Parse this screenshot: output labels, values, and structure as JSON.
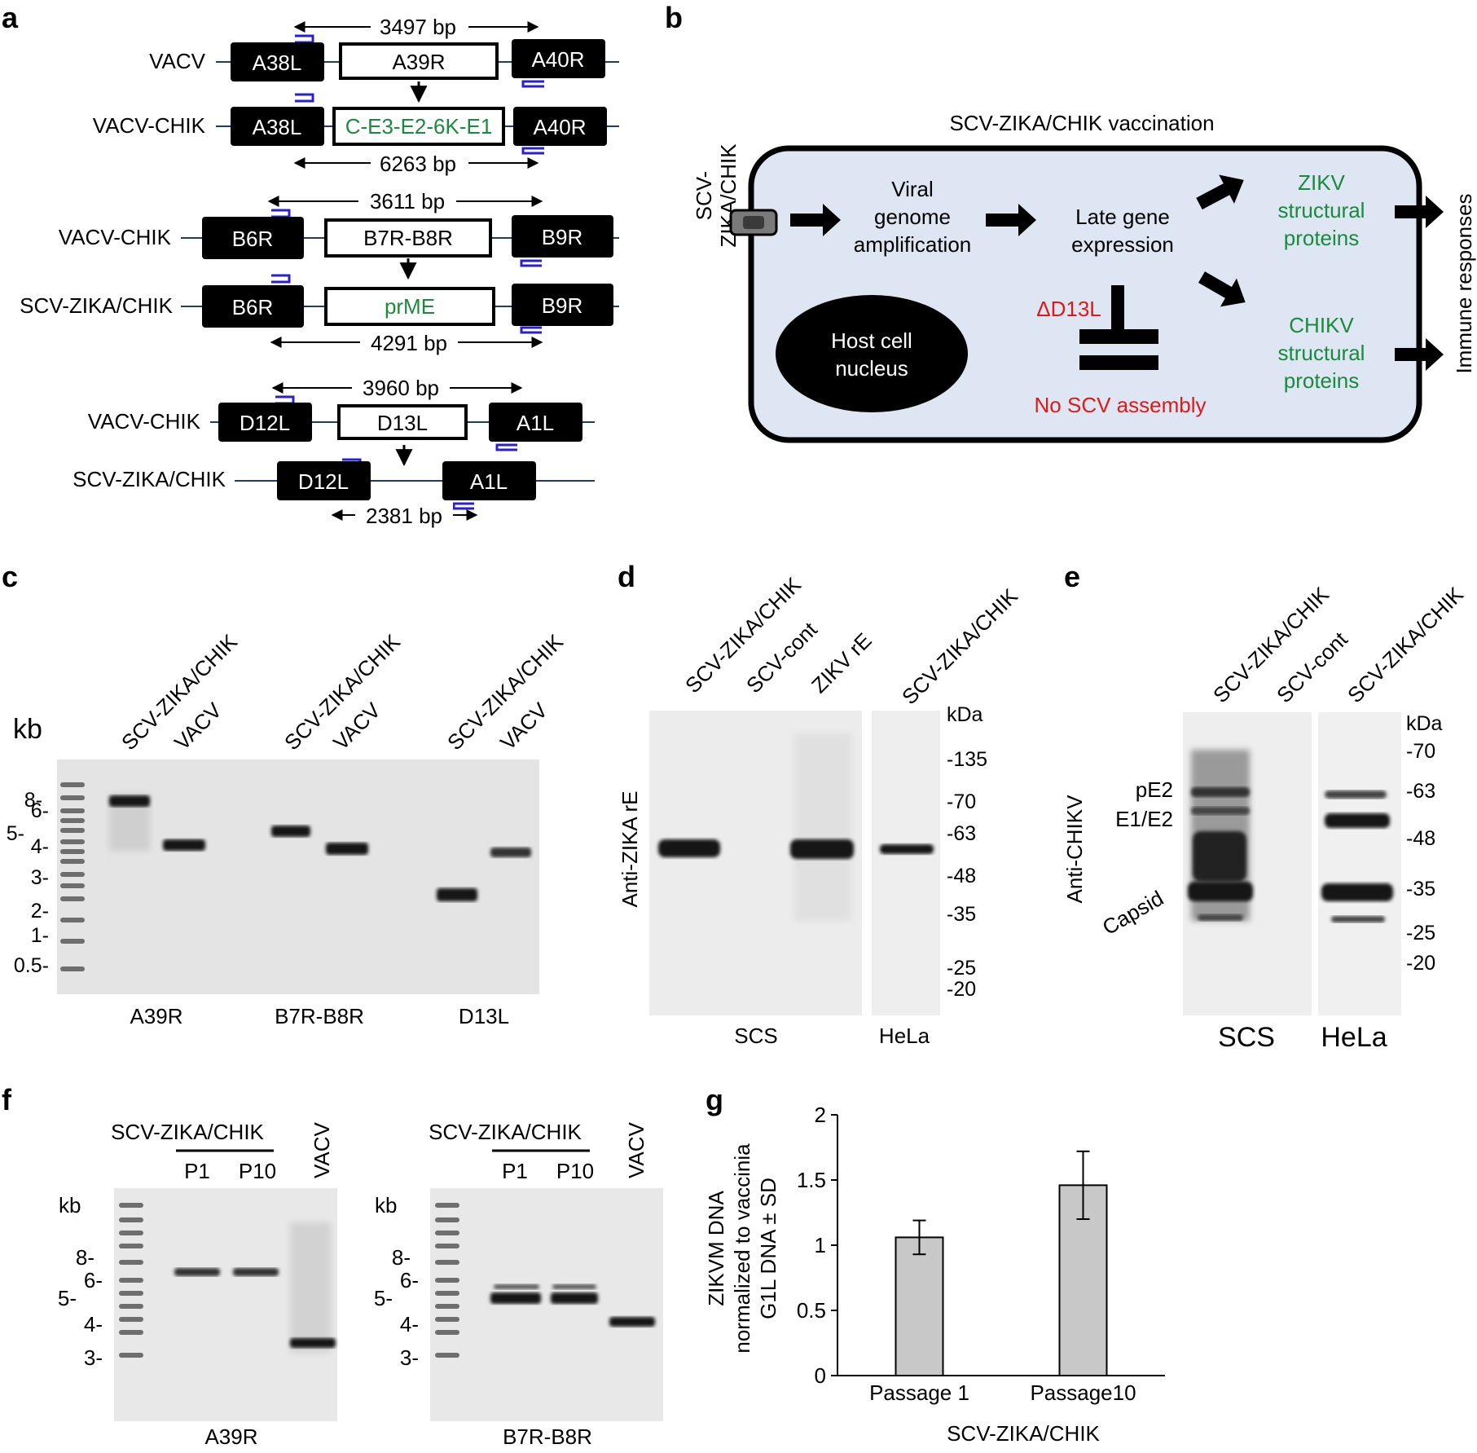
{
  "panels": {
    "a": {
      "label": "a",
      "sizes": {
        "s1": "3497 bp",
        "s2": "6263 bp",
        "s3": "3611 bp",
        "s4": "4291 bp",
        "s5": "3960 bp",
        "s6": "2381 bp"
      },
      "rows": {
        "r1": "VACV",
        "r2": "VACV-CHIK",
        "r3": "VACV-CHIK",
        "r4": "SCV-ZIKA/CHIK",
        "r5": "VACV-CHIK",
        "r6": "SCV-ZIKA/CHIK"
      },
      "genes": {
        "a38l": "A38L",
        "a39r": "A39R",
        "a40r": "A40R",
        "chik": "C-E3-E2-6K-E1",
        "b6r": "B6R",
        "b7r": "B7R-B8R",
        "b9r": "B9R",
        "prme": "prME",
        "d12l": "D12L",
        "d13l": "D13L",
        "a1l": "A1L"
      }
    },
    "b": {
      "label": "b",
      "title": "SCV-ZIKA/CHIK vaccination",
      "virus_label": [
        "SCV-",
        "ZIKA/CHIK"
      ],
      "step1": [
        "Viral",
        "genome",
        "amplification"
      ],
      "step2": [
        "Late gene",
        "expression"
      ],
      "zikv": [
        "ZIKV",
        "structural",
        "proteins"
      ],
      "chikv": [
        "CHIKV",
        "structural",
        "proteins"
      ],
      "nucleus": [
        "Host cell",
        "nucleus"
      ],
      "delta": "ΔD13L",
      "no_assembly": "No SCV assembly",
      "immune": "Immune responses"
    },
    "c": {
      "label": "c",
      "kb": "kb",
      "lanes": [
        "SCV-ZIKA/CHIK",
        "VACV",
        "SCV-ZIKA/CHIK",
        "VACV",
        "SCV-ZIKA/CHIK",
        "VACV"
      ],
      "ladder": [
        "8-",
        "6-",
        "5-",
        "4-",
        "3-",
        "2-",
        "1-",
        "0.5-"
      ],
      "groups": [
        "A39R",
        "B7R-B8R",
        "D13L"
      ]
    },
    "d": {
      "label": "d",
      "lanes": [
        "SCV-ZIKA/CHIK",
        "SCV-cont",
        "ZIKV rE",
        "SCV-ZIKA/CHIK"
      ],
      "ylabel": "Anti-ZIKA rE",
      "unit": "kDa",
      "markers": [
        "-135",
        "-70",
        "-63",
        "-48",
        "-35",
        "-25",
        "-20"
      ],
      "bottom": [
        "SCS",
        "HeLa"
      ]
    },
    "e": {
      "label": "e",
      "lanes": [
        "SCV-ZIKA/CHIK",
        "SCV-cont",
        "SCV-ZIKA/CHIK"
      ],
      "ylabel": "Anti-CHIKV",
      "bands": [
        "pE2",
        "E1/E2",
        "Capsid"
      ],
      "unit": "kDa",
      "markers": [
        "-70",
        "-63",
        "-48",
        "-35",
        "-25",
        "-20"
      ],
      "bottom": [
        "SCS",
        "HeLa"
      ]
    },
    "f": {
      "label": "f",
      "group": "SCV-ZIKA/CHIK",
      "passages": [
        "P1",
        "P10"
      ],
      "vacv": "VACV",
      "kb": "kb",
      "ladder": [
        "8-",
        "6-",
        "5-",
        "4-",
        "3-"
      ],
      "gels": [
        "A39R",
        "B7R-B8R"
      ]
    },
    "g": {
      "label": "g",
      "ylabel": [
        "ZIKVM DNA",
        "normalized to vaccinia",
        "G1L DNA ± SD"
      ],
      "xlabel": "SCV-ZIKA/CHIK",
      "yticks": [
        "0",
        "0.5",
        "1",
        "1.5",
        "2"
      ]
    }
  },
  "chart_data": {
    "type": "bar",
    "categories": [
      "Passage 1",
      "Passage10"
    ],
    "values": [
      1.06,
      1.46
    ],
    "errors": [
      0.13,
      0.26
    ],
    "xlabel": "SCV-ZIKA/CHIK",
    "ylabel": "ZIKVM DNA normalized to vaccinia G1L DNA ± SD",
    "ylim": [
      0,
      2
    ],
    "bar_color": "#c8c8c8"
  }
}
